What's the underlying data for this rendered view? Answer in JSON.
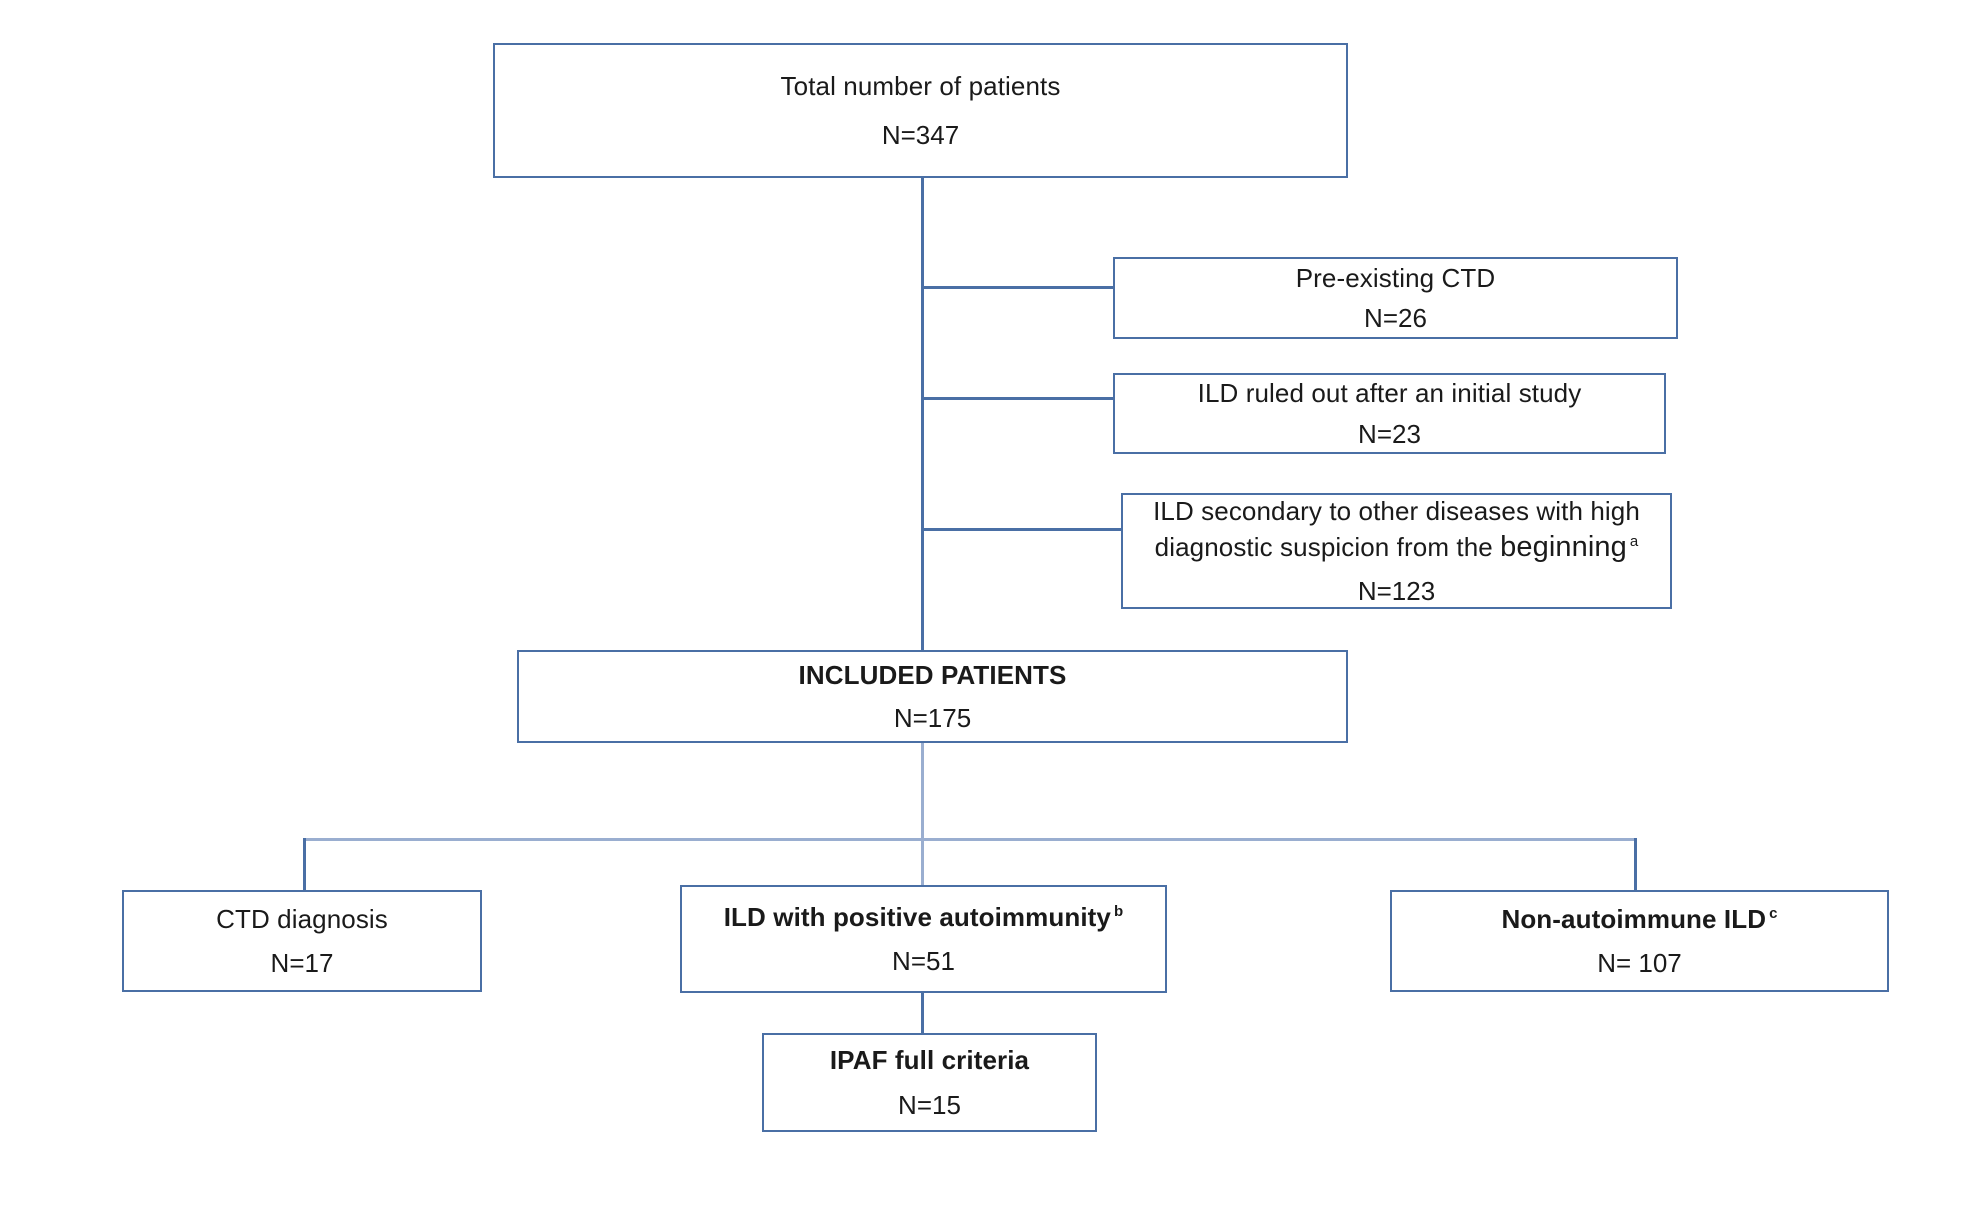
{
  "figure": {
    "type": "flowchart",
    "orientation": "top-down",
    "accent_color": "#4a6fa5",
    "background_color": "#ffffff",
    "text_color": "#1a1a1a"
  },
  "nodes": {
    "total": {
      "title": "Total number of patients",
      "count": "N=347"
    },
    "excluded_ctd": {
      "title": "Pre-existing CTD",
      "count": "N=26"
    },
    "excluded_ruled_out": {
      "title": "ILD ruled out after an initial study",
      "count": "N=23"
    },
    "excluded_secondary": {
      "title_line1": "ILD secondary to other diseases with high",
      "title_line2a": "diagnostic suspicion from the ",
      "title_line2b": "beginning",
      "footnote": "a",
      "count": "N=123"
    },
    "included": {
      "title": "INCLUDED PATIENTS",
      "count": "N=175"
    },
    "ctd_diagnosis": {
      "title": "CTD diagnosis",
      "count": "N=17"
    },
    "positive_autoimmunity": {
      "title": "ILD with positive autoimmunity",
      "footnote": "b",
      "count": "N=51"
    },
    "non_autoimmune": {
      "title": "Non-autoimmune ILD",
      "footnote": "c",
      "count": "N= 107"
    },
    "ipaf": {
      "title": "IPAF full criteria",
      "count": "N=15"
    }
  }
}
